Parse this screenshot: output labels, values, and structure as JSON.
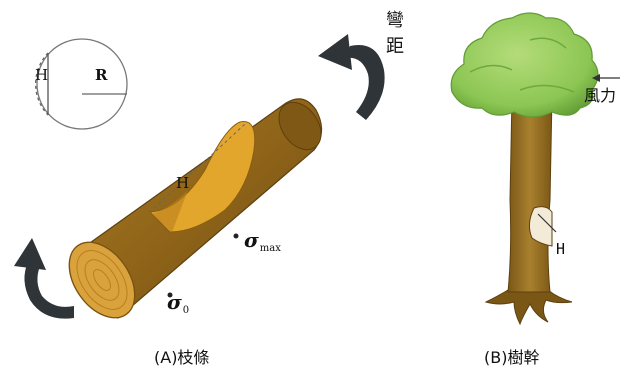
{
  "labels": {
    "moment": [
      "彎",
      "距"
    ],
    "wind": "風力",
    "height": "H",
    "radius": "R",
    "sigma": "σ",
    "sigma_max_sub": "max",
    "sigma_zero_sub": "0",
    "caption_a": "(A)枝條",
    "caption_b": "(B)樹幹"
  },
  "colors": {
    "bark": "#8f6419",
    "bark_dark": "#6b4a10",
    "cut_face": "#e3a62c",
    "ring_face": "#d9a23c",
    "foliage": "#93c95b",
    "foliage_dark": "#5f9a34",
    "arrow": "#2e3438"
  }
}
